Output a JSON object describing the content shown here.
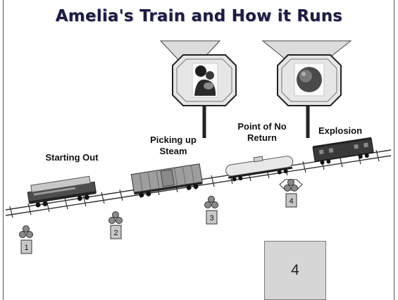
{
  "title": "Amelia's Train and How it Runs",
  "stages": [
    {
      "label": "Starting Out",
      "number": "1"
    },
    {
      "label": "Picking up Steam",
      "number": "2"
    },
    {
      "label": "Point of No Return",
      "number": "3"
    },
    {
      "label": "Explosion",
      "number": "4"
    }
  ],
  "signals": [
    {
      "icon": "parent-and-child-icon"
    },
    {
      "icon": "ball-icon"
    }
  ],
  "big_box_number": "4"
}
